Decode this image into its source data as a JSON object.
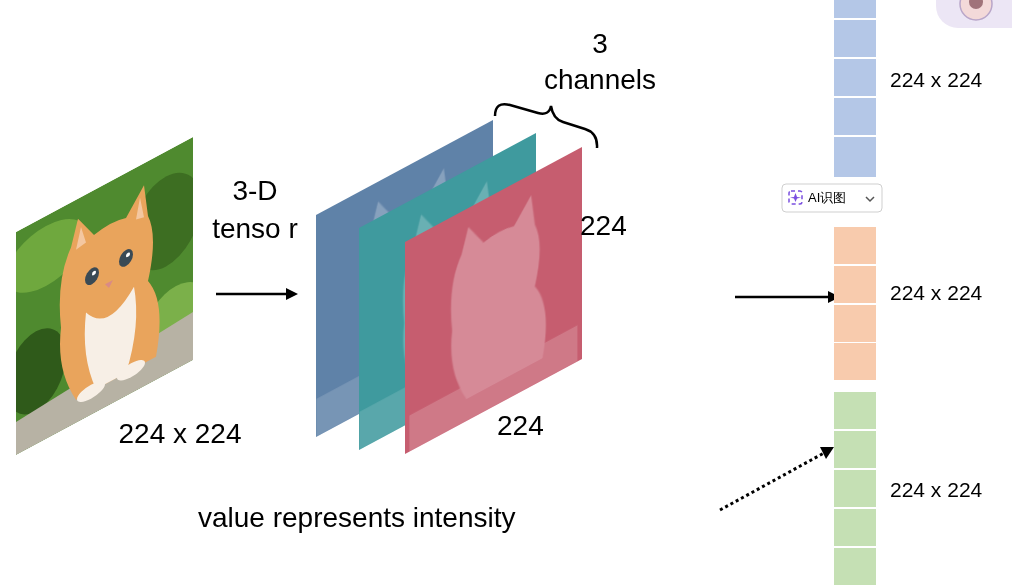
{
  "diagram": {
    "nodes": [
      {
        "text": [
          "224 x 224"
        ]
      },
      {
        "text": [
          "224 x 224"
        ]
      },
      {
        "text": [
          "224 x 224"
        ]
      }
    ],
    "labels": [
      "224 x 224",
      "3-D tenso r",
      "3 channels",
      "224",
      "224",
      "value represents intensity",
      "AI识图"
    ]
  }
}
